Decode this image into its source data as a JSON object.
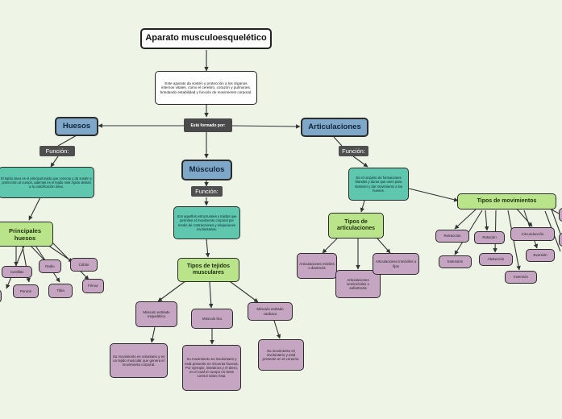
{
  "title": "Aparato musculoesquelético",
  "definition": "Este aparato da sostén y protección a los órganos internos vitales, como el cerebro, corazón y pulmones, brindando estabilidad y función de movimiento corporal.",
  "connector": "Está formado por:",
  "huesos": {
    "name": "Huesos",
    "funcion_label": "Función:",
    "funcion_text": "El tejido óseo es el principal tejido que conecta y da sostén y protección al cuerpo, además es el tejido más rígido debido a su calcificación ósea.",
    "principales": "Principales huesos",
    "items": [
      "Costillas",
      "Radio",
      "Cúbito",
      "Peroné",
      "Tibia",
      "Fémur"
    ]
  },
  "musculos": {
    "name": "Músculos",
    "funcion_label": "Función:",
    "funcion_text": "Son aquellos estructurales y tejidos que permiten el movimiento corporal por medio de contracciones y relajaciones involuntarias.",
    "tipos": "Tipos de tejidos musculares",
    "types": [
      {
        "name": "Músculo estriado esquelético",
        "desc": "Su movimiento es voluntario y es un tejido muscular que genera el movimiento corporal."
      },
      {
        "name": "Músculo liso",
        "desc": "Su movimiento es involuntario y está presente en vísceras huecas. Por ejemplo, intestinos y el útero, en el cual el cuerpo no tiene control sobre ésta."
      },
      {
        "name": "Músculo estriado cardiaco",
        "desc": "Su movimiento es involuntario y está presente en el corazón."
      }
    ]
  },
  "articulaciones": {
    "name": "Articulaciones",
    "funcion_label": "Función:",
    "funcion_text": "Es el conjunto de formaciones blandas y duras que unen para sostener y dar movimiento a los huesos.",
    "tipos_label": "Tipos de articulaciones",
    "tipos": [
      "Articulaciones móviles o diartrosis",
      "Articulaciones semimóviles o anfiartrosis",
      "Articulaciones inmóviles o fijas"
    ],
    "movimientos_label": "Tipos de movimientos",
    "movimientos": [
      "Retracción",
      "Rotación",
      "Circunducción",
      "Extensión",
      "Abducción",
      "Eversión",
      "Inversión"
    ]
  }
}
